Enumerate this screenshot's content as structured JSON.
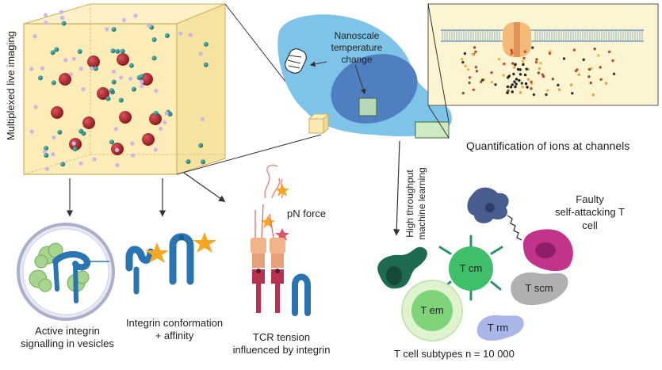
{
  "labels": {
    "multiplexed": "Multiplexed live imaging",
    "nanoscale": [
      "Nanoscale",
      "temperature",
      "change"
    ],
    "quantification": "Quantification of ions at channels",
    "ml": [
      "High throughput",
      "machine learning"
    ],
    "faulty": [
      "Faulty",
      "self-attacking T",
      "cell"
    ],
    "pn_force": "pN force",
    "active_integrin": [
      "Active integrin",
      "signalling in vesicles"
    ],
    "integrin_conf": [
      "Integrin conformation",
      "+ affinity"
    ],
    "tcr": [
      "TCR tension",
      "influenced by integrin"
    ],
    "subtypes": "T cell subtypes n = 10 000"
  },
  "tcells": {
    "tcm": "T cm",
    "tem": "T em",
    "tscm": "T scm",
    "trm": "T rm"
  },
  "colors": {
    "cube_fill": "#fbeab0",
    "cube_edge": "#c9b060",
    "red_particle": "#a32027",
    "teal_particle": "#2f8f8a",
    "lilac_particle": "#c9b7e6",
    "cell_blue": "#7ec4e8",
    "nucleus_blue": "#4f7fc0",
    "integrin_blue": "#2b74b2",
    "star_orange": "#f5a623",
    "tcm_green": "#3fbf6a",
    "tem_green": "#7fd47a",
    "tscm_gray": "#a9a9a9",
    "trm_lilac": "#aab6e8",
    "faulty_magenta": "#c2338c"
  }
}
